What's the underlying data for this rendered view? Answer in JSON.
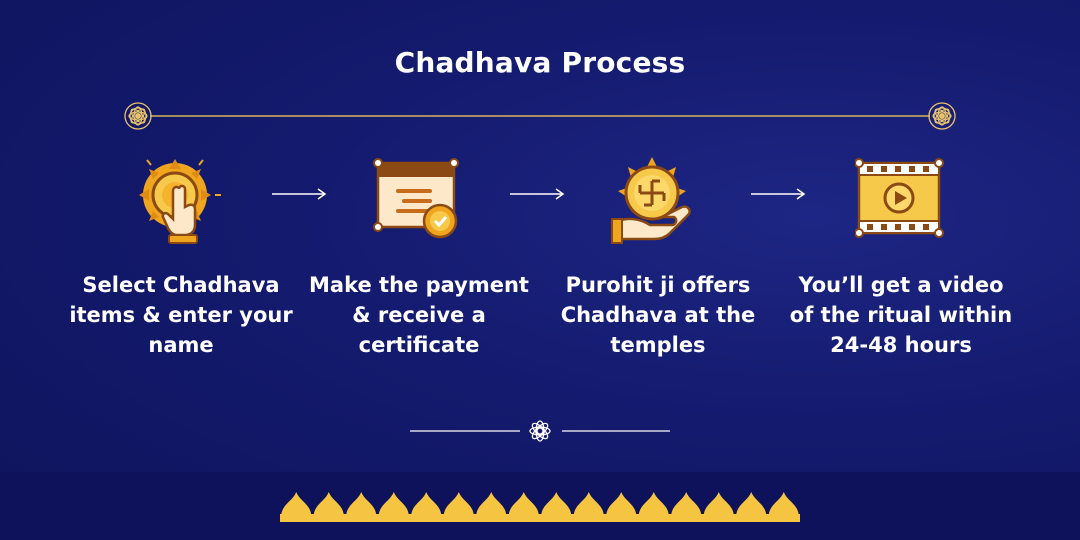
{
  "title": "Chadhava Process",
  "steps": [
    {
      "icon": "tap-hand-icon",
      "text": "Select Chadhava items & enter your name"
    },
    {
      "icon": "certificate-icon",
      "text": "Make the payment & receive a certificate"
    },
    {
      "icon": "swastik-offering-icon",
      "text": "Purohit ji offers Chadhava at the temples"
    },
    {
      "icon": "video-play-icon",
      "text": "You’ll get a video of the ritual within 24-48 hours"
    }
  ],
  "colors": {
    "background": "#141a6e",
    "accent_gold": "#f5c542",
    "accent_orange": "#f0a51e",
    "brown": "#8b4a14",
    "text": "#ffffff"
  }
}
